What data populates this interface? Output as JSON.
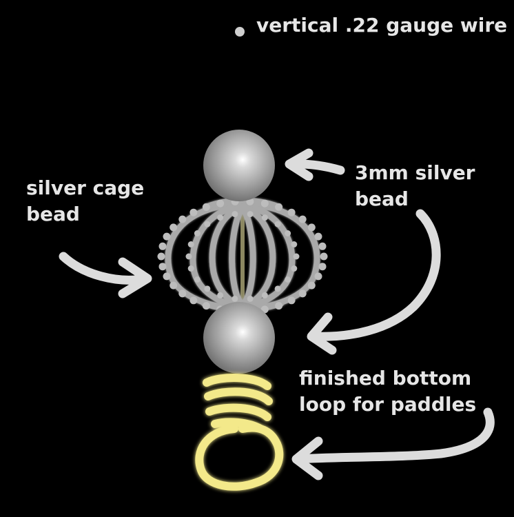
{
  "labels": {
    "wire": "vertical .22 gauge wire",
    "cage_bead": [
      "silver cage",
      "bead"
    ],
    "silver_bead": [
      "3mm silver",
      "bead"
    ],
    "bottom_loop": [
      "finished bottom",
      "loop for paddles"
    ]
  },
  "colors": {
    "background": "#000000",
    "wire": "#f3e98a",
    "label": "#e6e6e6",
    "arrow": "#dcdcdc",
    "bead": "#a8a8a8"
  }
}
